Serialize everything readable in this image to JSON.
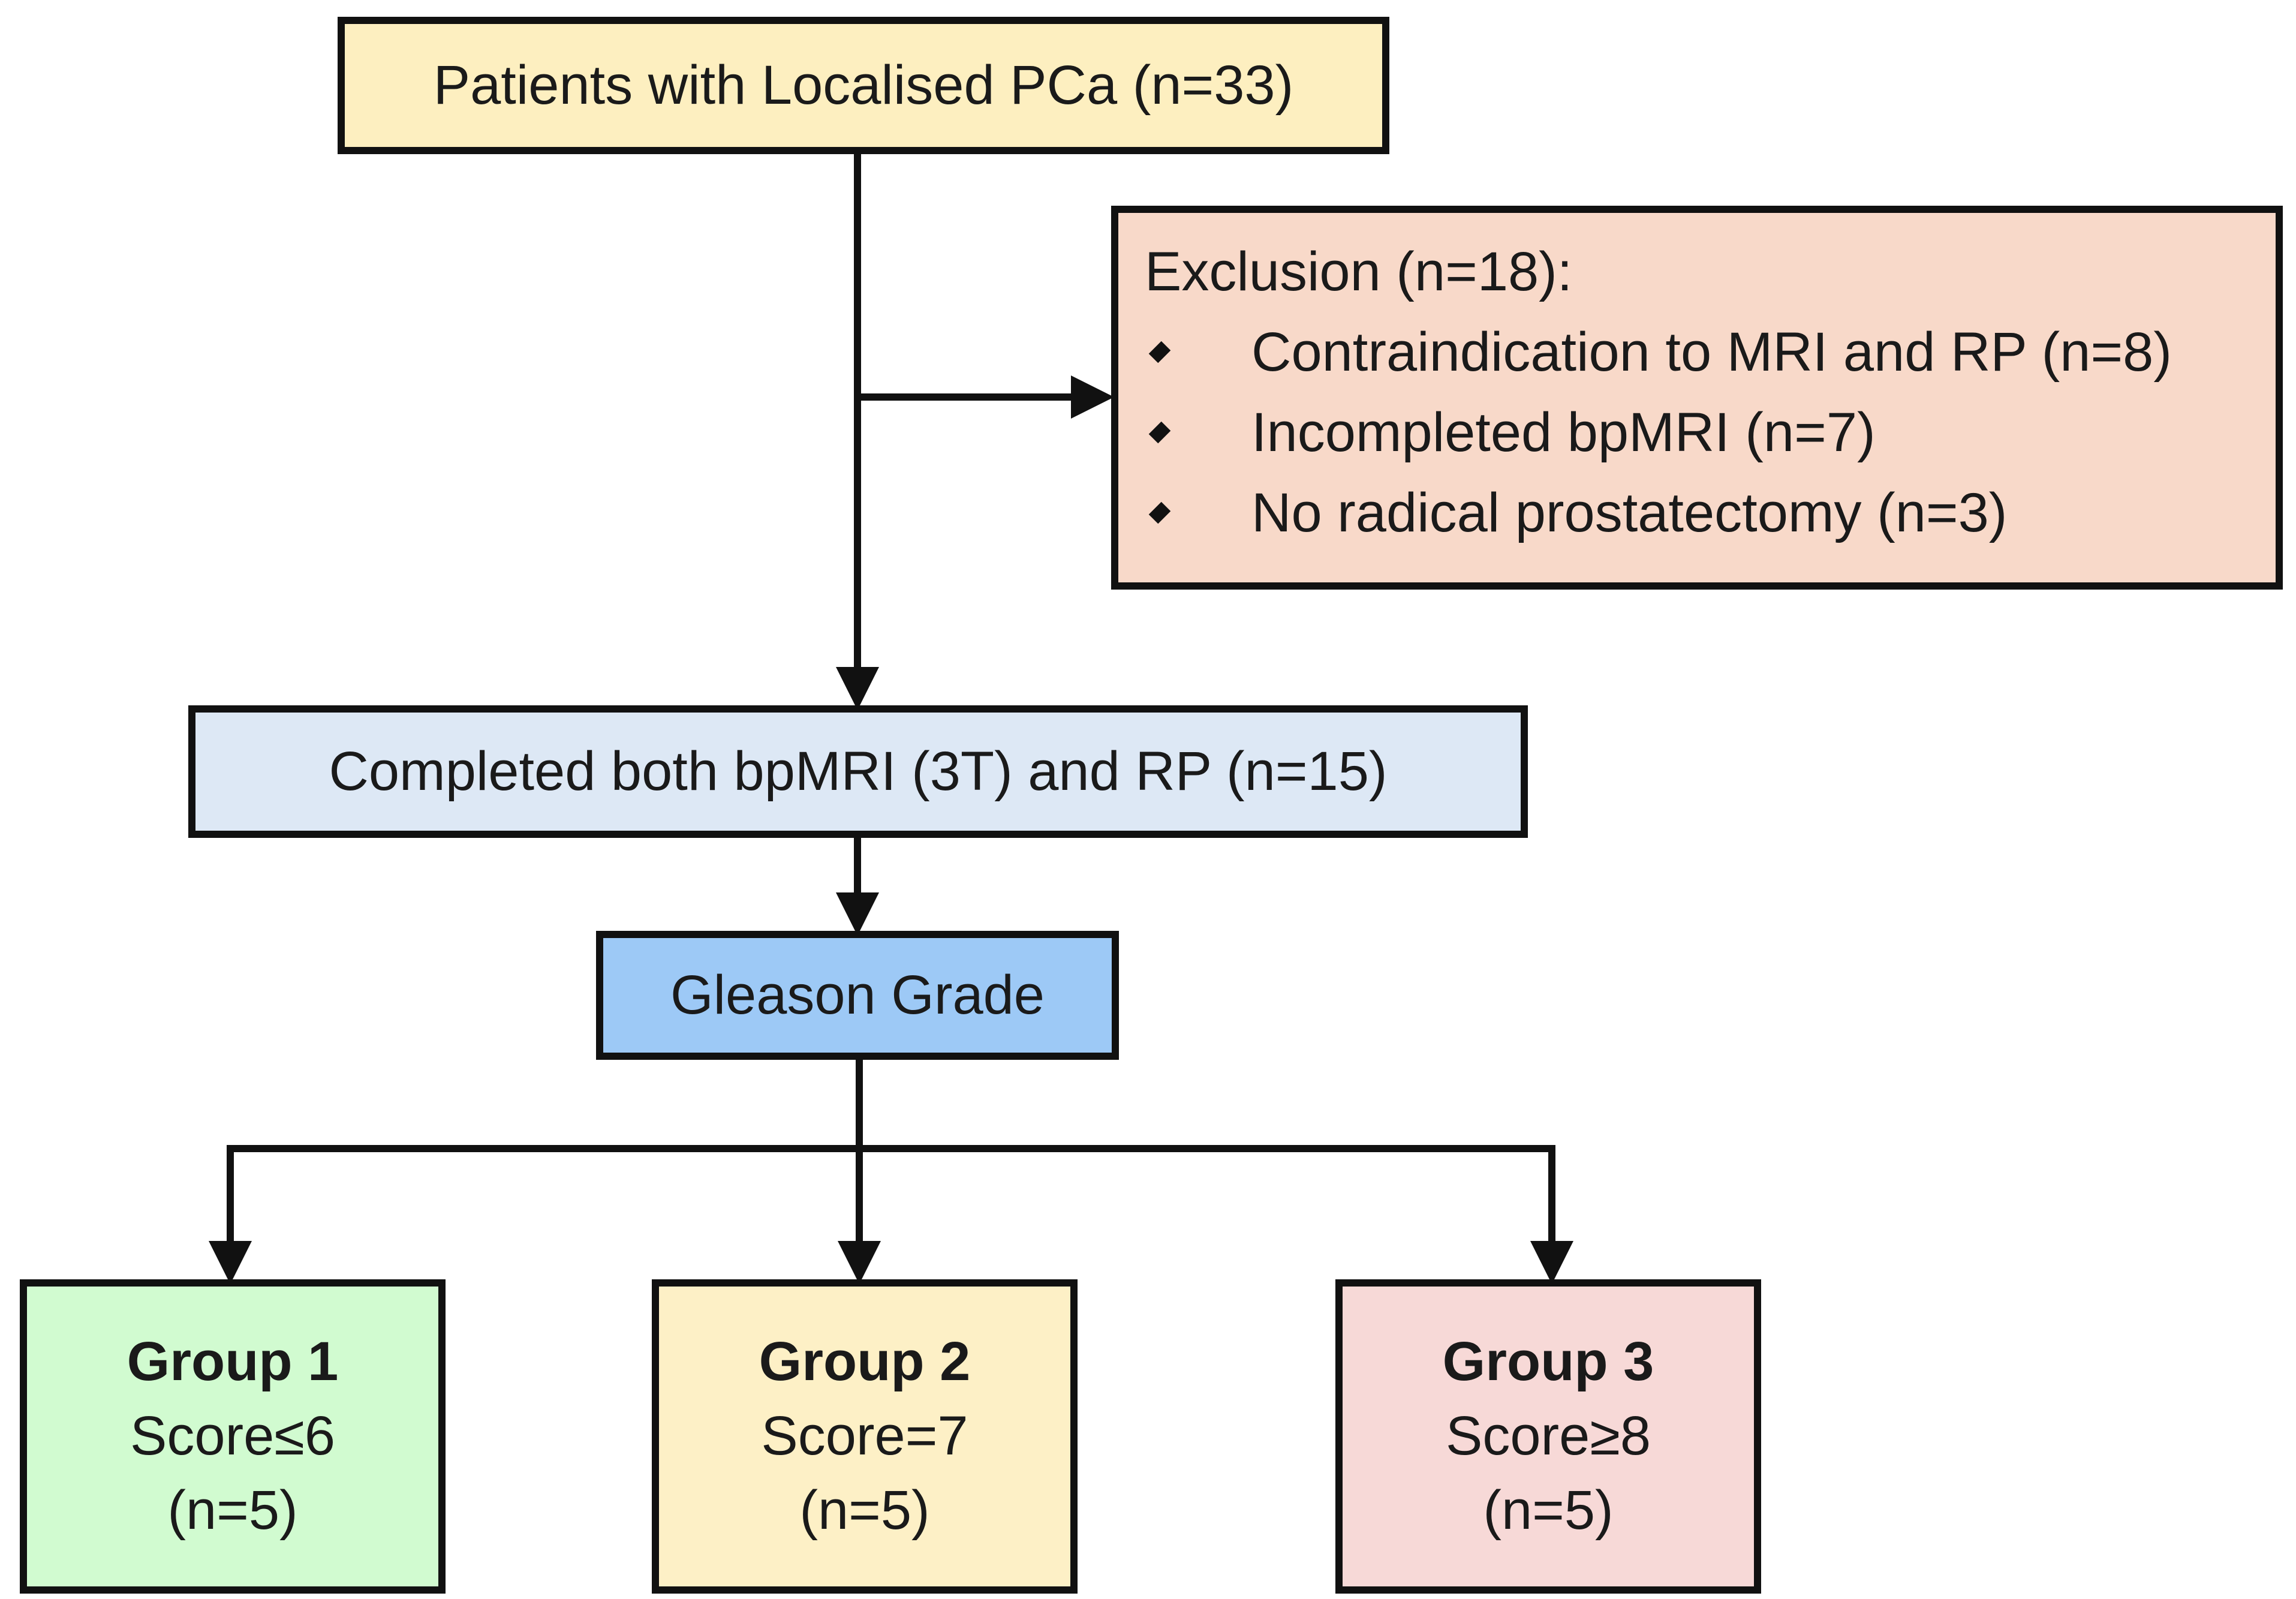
{
  "start": {
    "label": "Patients with Localised PCa (n=33)"
  },
  "exclusion": {
    "title": "Exclusion (n=18):",
    "items": [
      "Contraindication to MRI and RP (n=8)",
      "Incompleted bpMRI (n=7)",
      "No radical prostatectomy (n=3)"
    ]
  },
  "completed": {
    "label": "Completed both bpMRI (3T) and RP (n=15)"
  },
  "gleason": {
    "label": "Gleason Grade"
  },
  "groups": [
    {
      "title": "Group 1",
      "score": "Score≤6",
      "count": "(n=5)"
    },
    {
      "title": "Group 2",
      "score": "Score=7",
      "count": "(n=5)"
    },
    {
      "title": "Group 3",
      "score": "Score≥8",
      "count": "(n=5)"
    }
  ],
  "colors": {
    "start_fill": "#fdefc0",
    "exclusion_fill": "#f8d9c9",
    "completed_fill": "#dde8f5",
    "gleason_fill": "#9dc9f6",
    "group1_fill": "#d1fbd0",
    "group2_fill": "#fdf0c6",
    "group3_fill": "#f7d9d7",
    "line": "#111111"
  }
}
